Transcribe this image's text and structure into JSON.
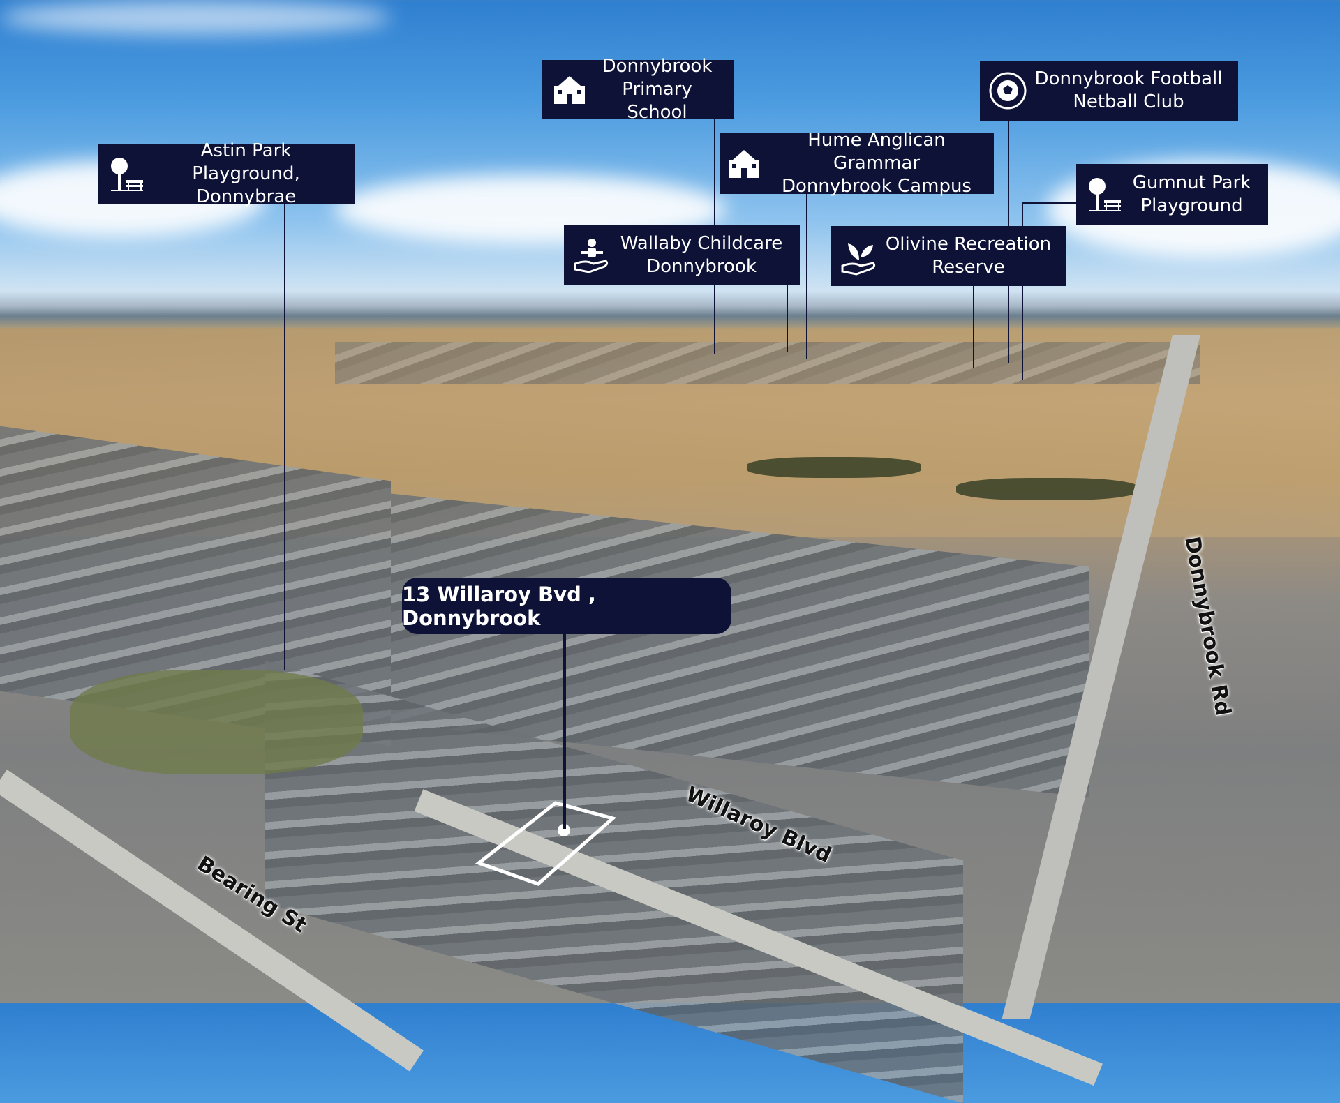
{
  "property": {
    "address": "13 Willaroy Bvd , Donnybrook"
  },
  "landmarks": [
    {
      "name": "Astin Park Playground, Donnybrae",
      "line1": "Astin Park Playground,",
      "line2": "Donnybrae",
      "icon": "tree-bench-icon"
    },
    {
      "name": "Donnybrook Primary School",
      "line1": "Donnybrook",
      "line2": "Primary School",
      "icon": "school-icon"
    },
    {
      "name": "Hume Anglican Grammar Donnybrook Campus",
      "line1": "Hume Anglican Grammar",
      "line2": "Donnybrook Campus",
      "icon": "school-icon"
    },
    {
      "name": "Donnybrook Football Netball Club",
      "line1": "Donnybrook Football",
      "line2": "Netball Club",
      "icon": "football-club-icon"
    },
    {
      "name": "Gumnut Park Playground",
      "line1": "Gumnut Park",
      "line2": "Playground",
      "icon": "tree-bench-icon"
    },
    {
      "name": "Wallaby Childcare Donnybrook",
      "line1": "Wallaby Childcare",
      "line2": "Donnybrook",
      "icon": "childcare-icon"
    },
    {
      "name": "Olivine Recreation Reserve",
      "line1": "Olivine Recreation",
      "line2": "Reserve",
      "icon": "plant-hand-icon"
    }
  ],
  "streets": {
    "willaroy": "Willaroy Blvd",
    "bearing": "Bearing St",
    "donnybrook_rd": "Donnybrook Rd"
  },
  "colors": {
    "label_bg": "#0d1236",
    "label_text": "#ffffff"
  }
}
